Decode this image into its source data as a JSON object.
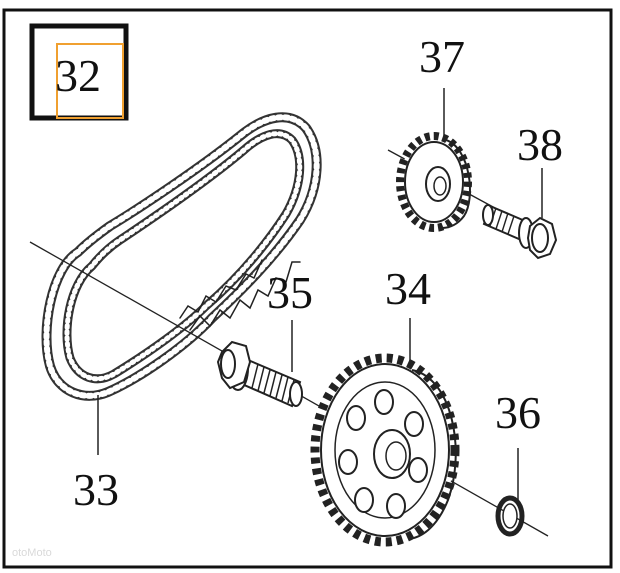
{
  "diagram": {
    "figure_number": "32",
    "callouts": [
      {
        "id": "chain",
        "text": "33"
      },
      {
        "id": "large-sprocket",
        "text": "34"
      },
      {
        "id": "sprocket-bolt",
        "text": "35"
      },
      {
        "id": "washer",
        "text": "36"
      },
      {
        "id": "small-sprocket",
        "text": "37"
      },
      {
        "id": "small-bolt",
        "text": "38"
      }
    ],
    "watermark": "otoMoto",
    "colors": {
      "frame": "#111111",
      "highlight": "#f0a030",
      "line": "#222222"
    }
  }
}
